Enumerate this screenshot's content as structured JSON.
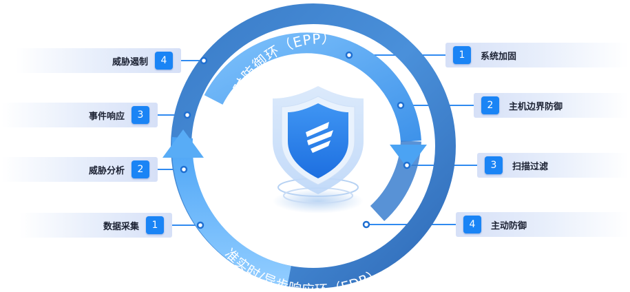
{
  "rings": {
    "outer_label": "准实时/异步响应环（EDR）",
    "inner_label": "实时防御环（EPP）"
  },
  "left_items": [
    {
      "number": "4",
      "label": "威胁遏制"
    },
    {
      "number": "3",
      "label": "事件响应"
    },
    {
      "number": "2",
      "label": "威胁分析"
    },
    {
      "number": "1",
      "label": "数据采集"
    }
  ],
  "right_items": [
    {
      "number": "1",
      "label": "系统加固"
    },
    {
      "number": "2",
      "label": "主机边界防御"
    },
    {
      "number": "3",
      "label": "扫描过滤"
    },
    {
      "number": "4",
      "label": "主动防御"
    }
  ],
  "colors": {
    "outer_ring": "#3b7fcf",
    "inner_arrow": "#55a8f4",
    "badge": "#1a84f5",
    "label_bg": "#dfe7f9",
    "connector": "#2f8af0",
    "shield": "#2a80ef"
  },
  "icons": [
    "shield-logo-icon"
  ]
}
